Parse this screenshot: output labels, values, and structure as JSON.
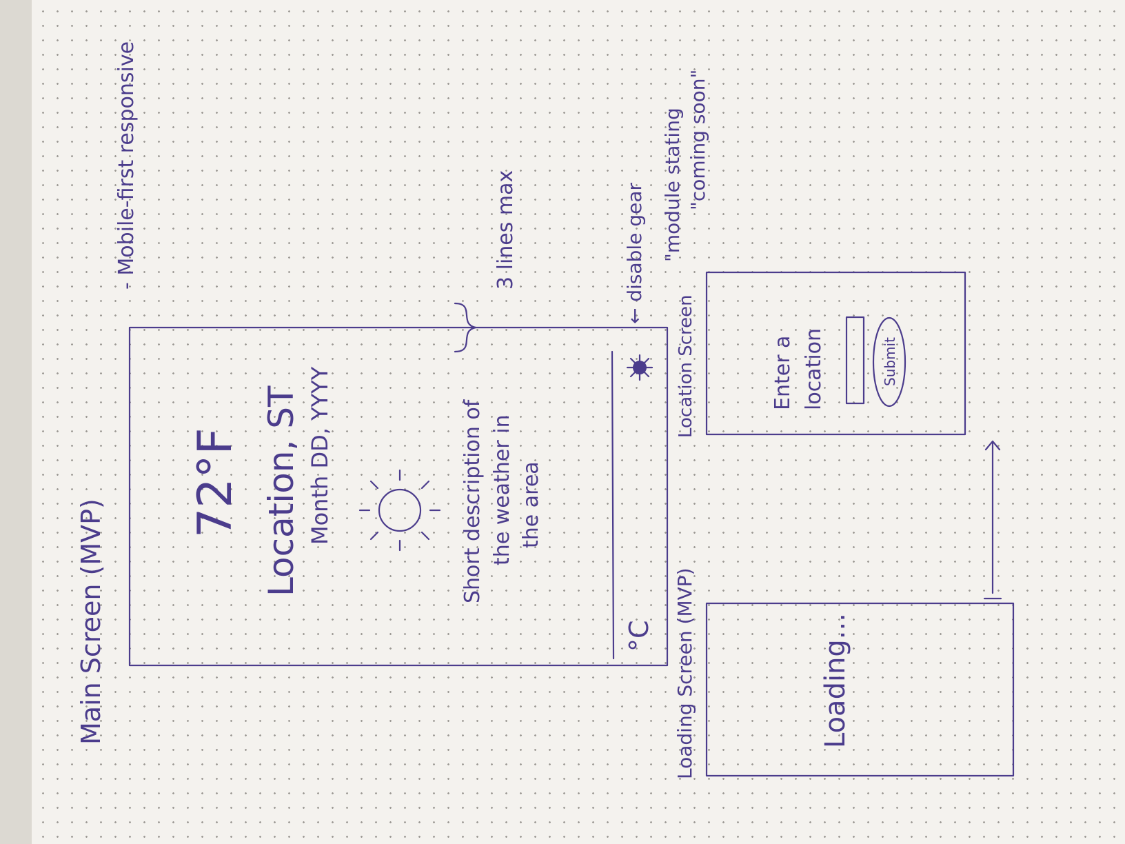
{
  "notes": {
    "main_screen_title": "Main Screen (MVP)",
    "mobile_first": "- Mobile-first responsive",
    "three_lines_max": "3 lines max",
    "disable_gear": "← disable gear",
    "module_stating": "\"module stating",
    "coming_soon": "\"coming soon\"",
    "loading_screen_title": "Loading Screen (MVP)",
    "location_screen_title": "Location Screen"
  },
  "main_screen": {
    "temperature": "72°F",
    "location": "Location, ST",
    "date": "Month DD, YYYY",
    "description_line1": "Short description of",
    "description_line2": "the weather in",
    "description_line3": "the area",
    "unit_toggle": "°C"
  },
  "loading_screen": {
    "label": "Loading..."
  },
  "location_screen": {
    "prompt_line1": "Enter a",
    "prompt_line2": "location",
    "submit_label": "Submit"
  },
  "icons": {
    "weather": "sun-icon",
    "settings": "gear-icon"
  },
  "colors": {
    "ink": "#4b3c8c",
    "paper": "#f4f2ee"
  }
}
